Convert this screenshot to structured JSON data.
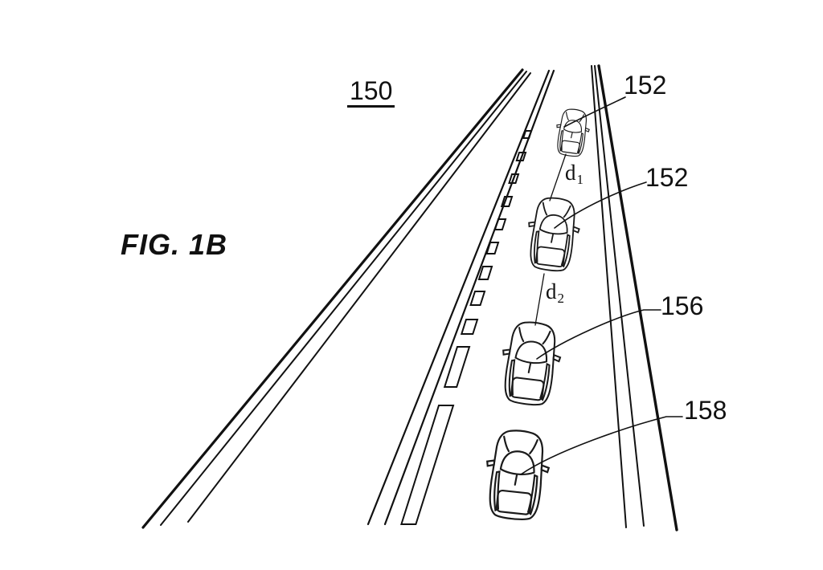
{
  "figure": {
    "title": "FIG. 1B",
    "roadway_ref": "150",
    "vehicle_labels": [
      {
        "ref": "152"
      },
      {
        "ref": "152"
      },
      {
        "ref": "156"
      },
      {
        "ref": "158"
      }
    ],
    "distance_labels": [
      {
        "base": "d",
        "sub": "1"
      },
      {
        "base": "d",
        "sub": "2"
      }
    ],
    "colors": {
      "ink": "#111111",
      "background": "#ffffff"
    }
  }
}
